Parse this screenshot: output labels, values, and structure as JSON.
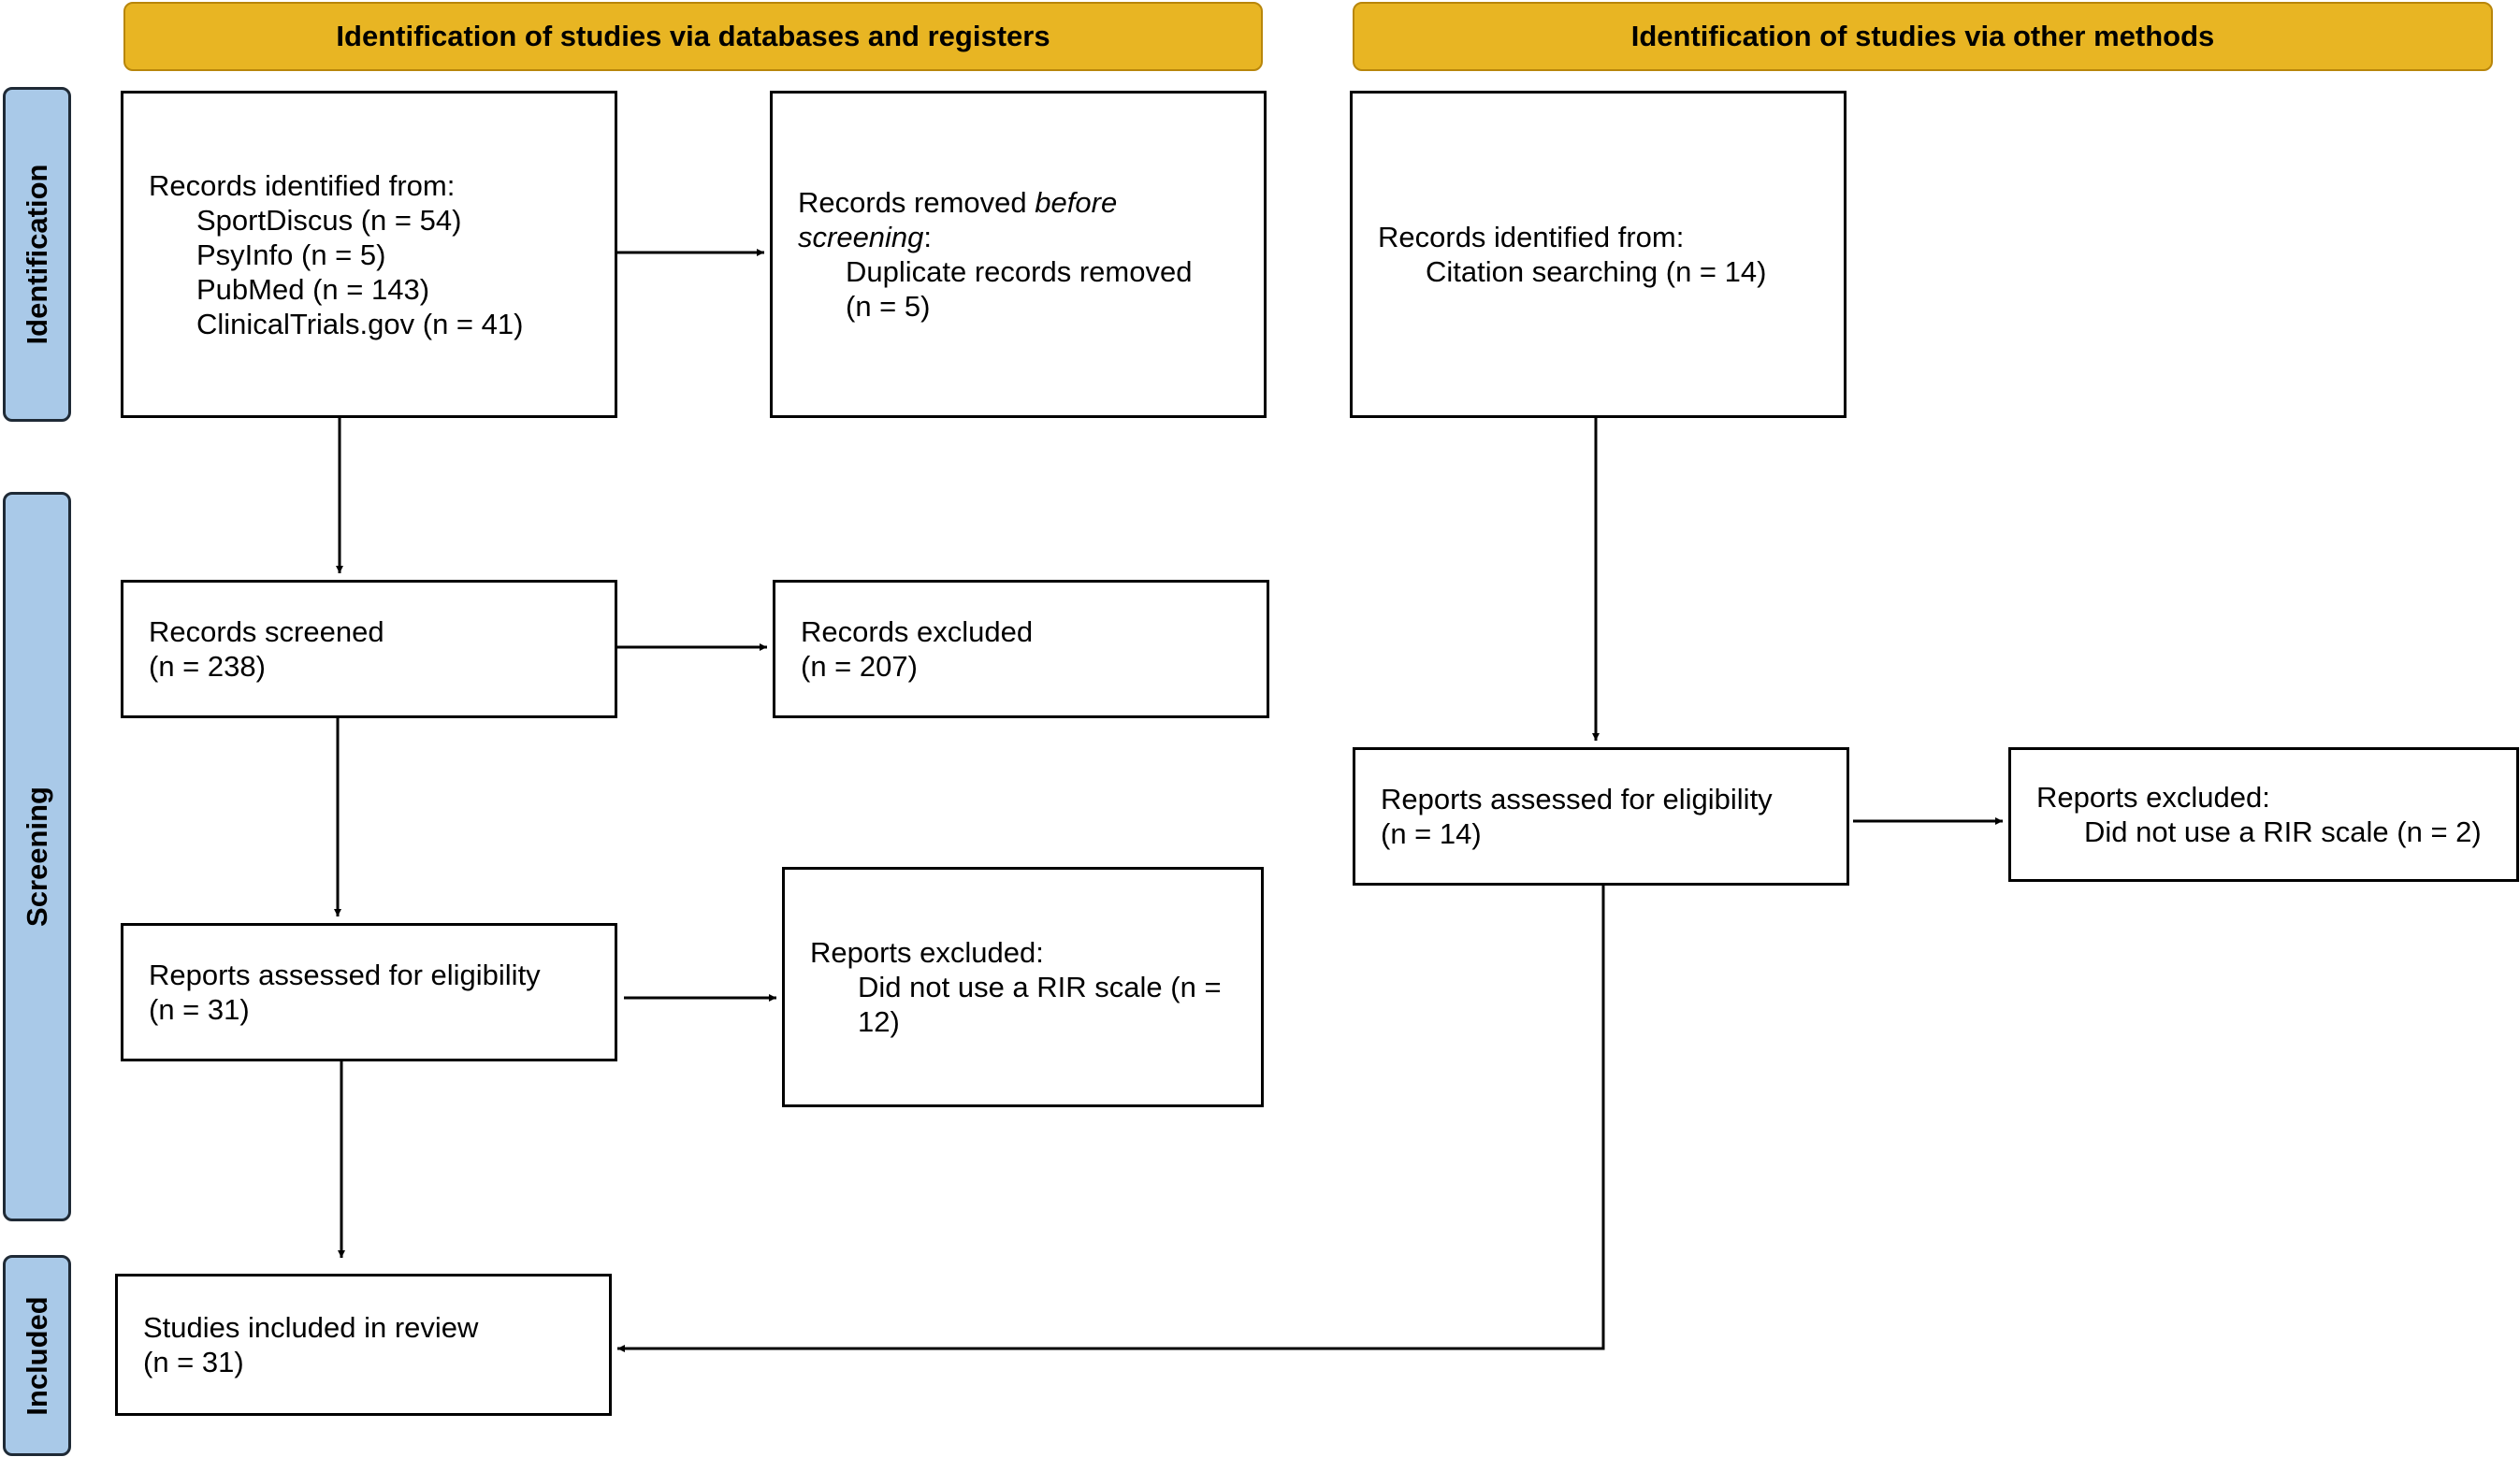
{
  "headers": {
    "databases": "Identification of studies via databases and registers",
    "other": "Identification of studies via other methods"
  },
  "stages": {
    "identification": "Identification",
    "screening": "Screening",
    "included": "Included"
  },
  "db": {
    "identified": {
      "heading": "Records identified from:",
      "sources": [
        "SportDiscus (n = 54)",
        "PsyInfo (n = 5)",
        "PubMed (n = 143)",
        "ClinicalTrials.gov (n = 41)"
      ]
    },
    "removed": {
      "prefix": "Records removed ",
      "italic1": "before",
      "italic2": "screening",
      "suffix": ":",
      "line1": "Duplicate records removed",
      "line2": "(n = 5)"
    },
    "screened": {
      "label": "Records screened",
      "n": "(n = 238)"
    },
    "excluded": {
      "label": "Records excluded",
      "n": "(n = 207)"
    },
    "assessed": {
      "label": "Reports assessed for eligibility",
      "n": "(n = 31)"
    },
    "reports_excluded": {
      "label": "Reports excluded:",
      "line1": "Did not use a RIR scale (n =",
      "line2": "12)"
    },
    "included": {
      "label": "Studies included in review",
      "n": "(n = 31)"
    }
  },
  "other": {
    "identified": {
      "heading": "Records identified from:",
      "source": "Citation searching (n = 14)"
    },
    "assessed": {
      "label": "Reports assessed for eligibility",
      "n": "(n = 14)"
    },
    "reports_excluded": {
      "label": "Reports excluded:",
      "line1": "Did not use a RIR scale (n = 2)"
    }
  },
  "colors": {
    "header_fill": "#E8B523",
    "side_fill": "#A9C9E8"
  }
}
